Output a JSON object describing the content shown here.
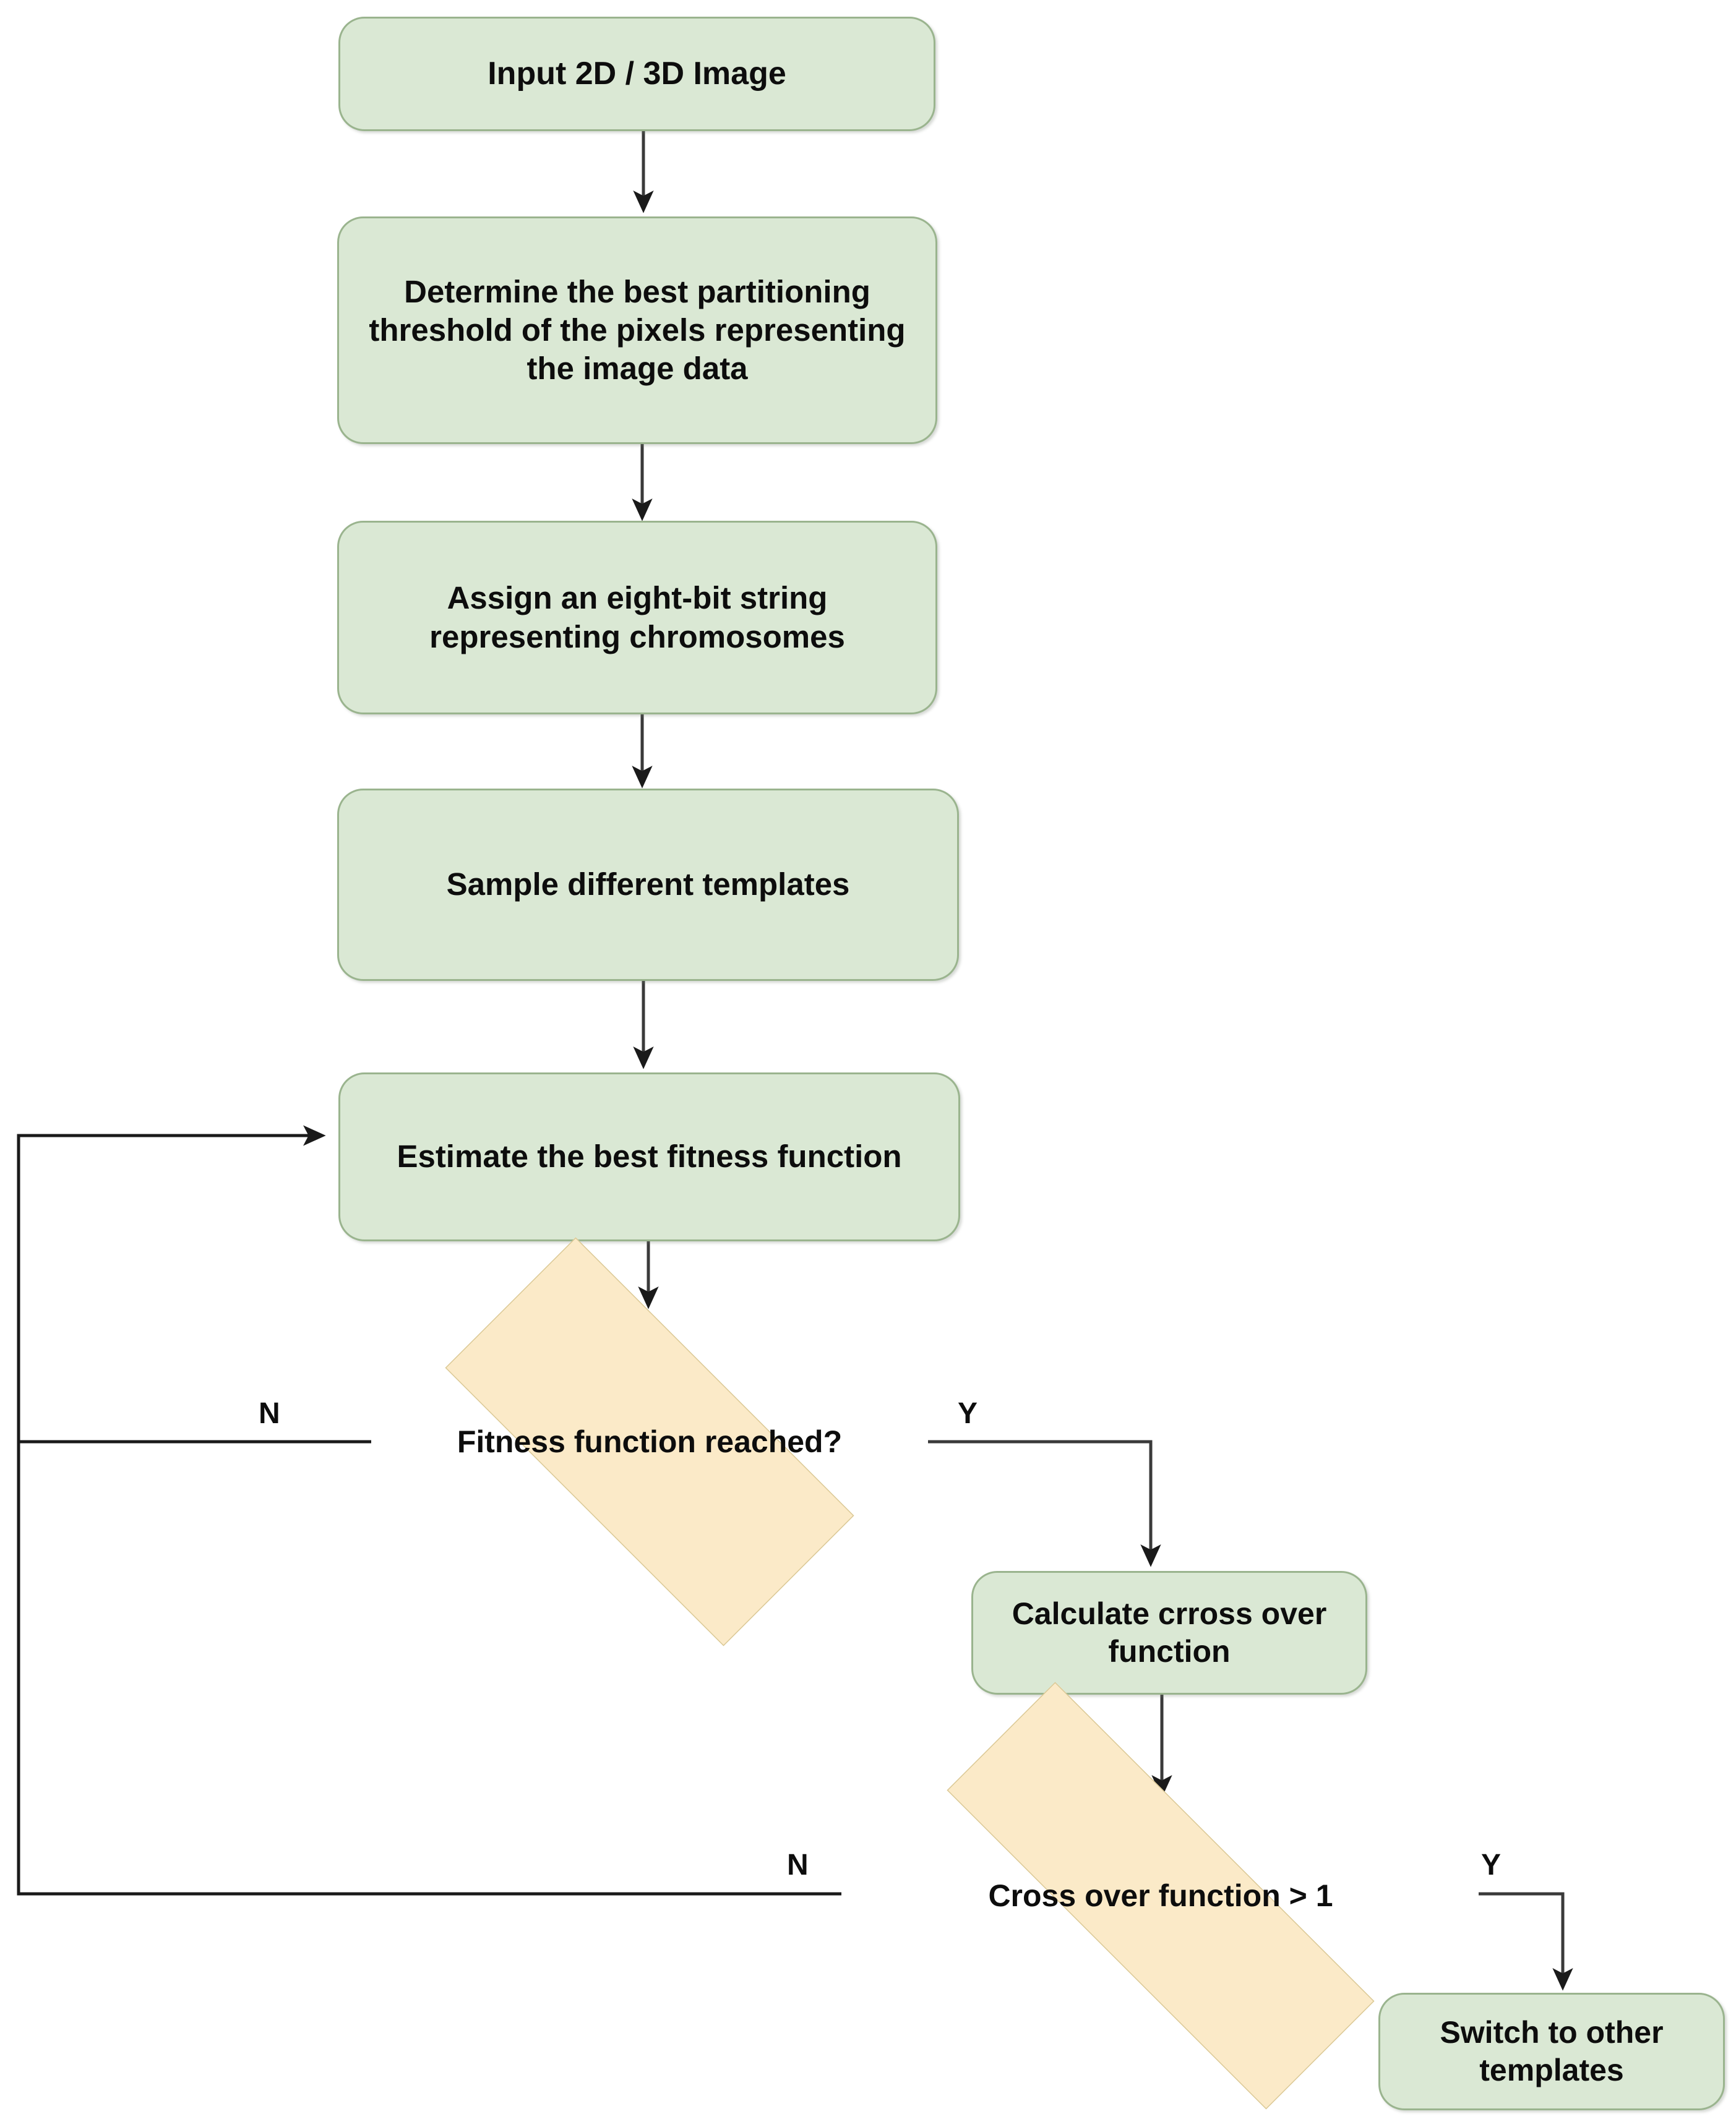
{
  "diagram": {
    "title": "Genetic algorithm image segmentation flowchart",
    "colors": {
      "process_fill": "#dae8d4",
      "process_border": "#9ab48e",
      "decision_fill": "#fbeac8",
      "decision_border": "#d9c793",
      "connector": "#1a1a1a",
      "background": "#ffffff",
      "text": "#0d0d0d"
    },
    "nodes": [
      {
        "id": "n1",
        "type": "process",
        "label": "Input 2D / 3D Image"
      },
      {
        "id": "n2",
        "type": "process",
        "label": "Determine the best partitioning threshold of the pixels representing the image data"
      },
      {
        "id": "n3",
        "type": "process",
        "label": "Assign an eight-bit string representing chromosomes"
      },
      {
        "id": "n4",
        "type": "process",
        "label": "Sample different templates"
      },
      {
        "id": "n5",
        "type": "process",
        "label": "Estimate the best fitness function"
      },
      {
        "id": "n6",
        "type": "decision",
        "label": "Fitness function reached?"
      },
      {
        "id": "n7",
        "type": "process",
        "label": "Calculate crross over function"
      },
      {
        "id": "n8",
        "type": "decision",
        "label": "Cross over function > 1"
      },
      {
        "id": "n9",
        "type": "process",
        "label": "Switch  to other templates"
      }
    ],
    "edge_labels": {
      "fitness_no": "N",
      "fitness_yes": "Y",
      "crossover_no": "N",
      "crossover_yes": "Y"
    },
    "edges": [
      {
        "from": "n1",
        "to": "n2",
        "label": ""
      },
      {
        "from": "n2",
        "to": "n3",
        "label": ""
      },
      {
        "from": "n3",
        "to": "n4",
        "label": ""
      },
      {
        "from": "n4",
        "to": "n5",
        "label": ""
      },
      {
        "from": "n5",
        "to": "n6",
        "label": ""
      },
      {
        "from": "n6",
        "to": "n5",
        "label": "N"
      },
      {
        "from": "n6",
        "to": "n7",
        "label": "Y"
      },
      {
        "from": "n7",
        "to": "n8",
        "label": ""
      },
      {
        "from": "n8",
        "to": "n5",
        "label": "N"
      },
      {
        "from": "n8",
        "to": "n9",
        "label": "Y"
      }
    ]
  }
}
